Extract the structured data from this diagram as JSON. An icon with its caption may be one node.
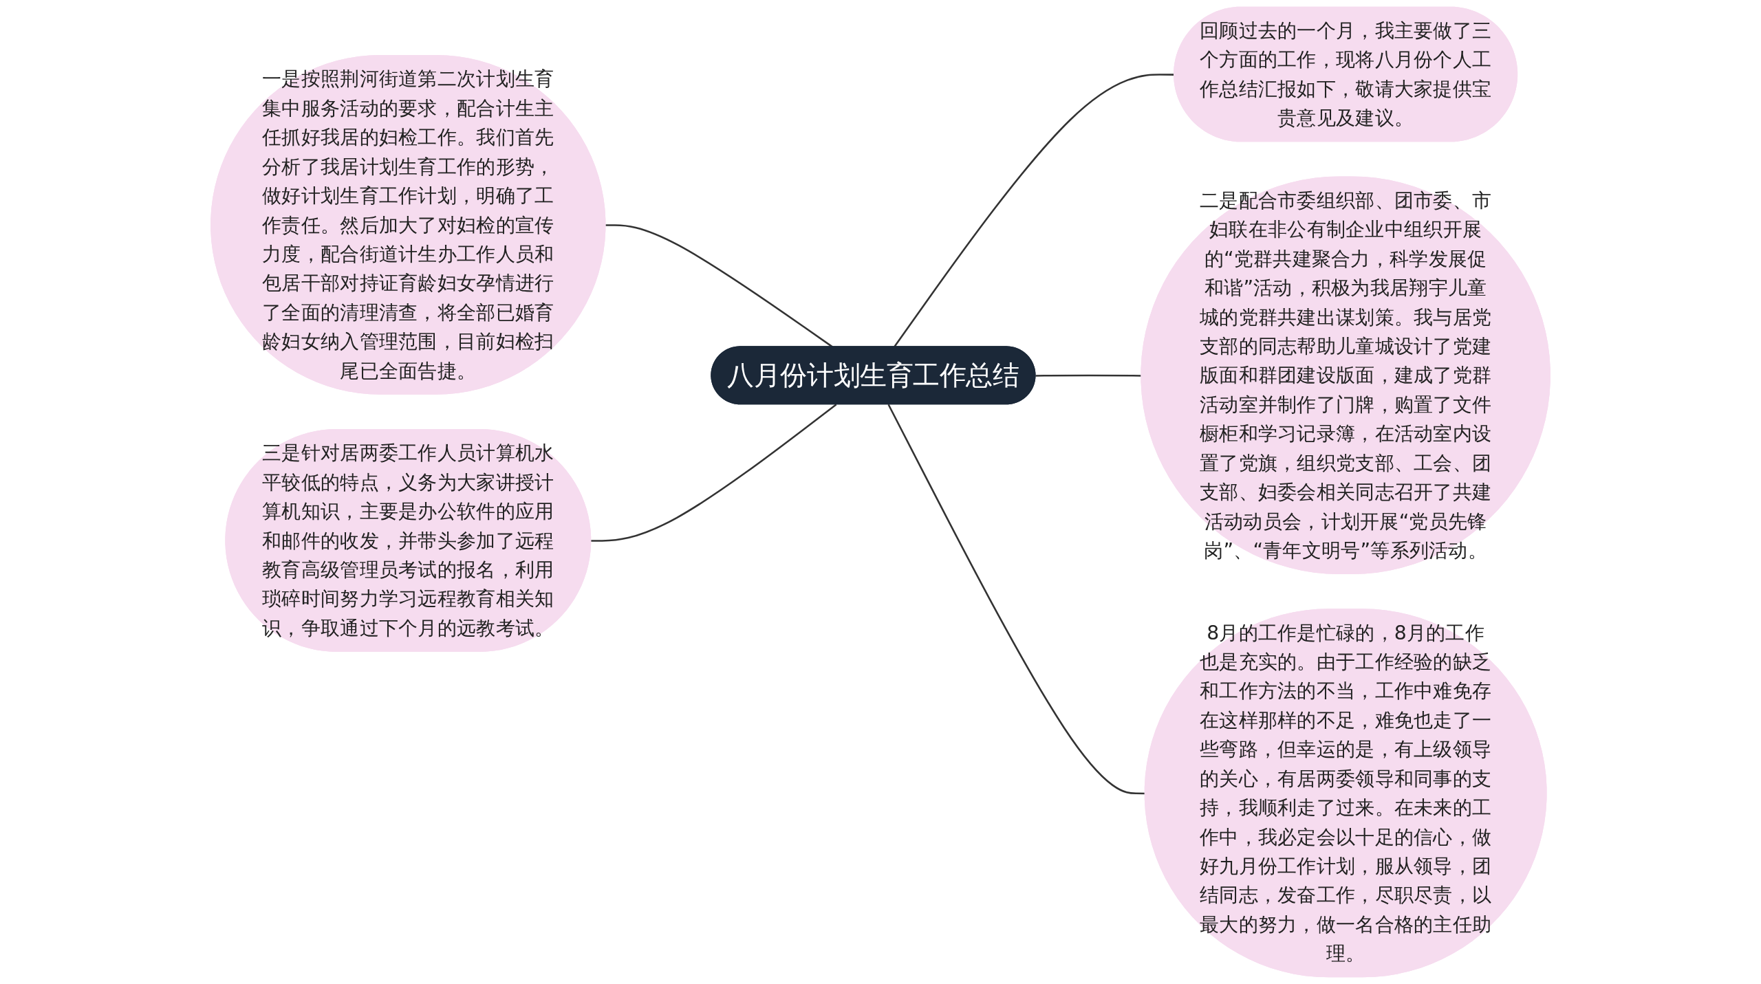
{
  "diagram": {
    "nodes": [
      {
        "text": [
          "八月份计划生育工作总结"
        ]
      },
      {
        "text": [
          "回顾过去的一个月，我主要做了三个方面的工作，现将八月份个人工作总结汇报如下，敬请大家提供宝贵意见及建议。"
        ]
      },
      {
        "text": [
          "二是配合市委组织部、团市委、市妇联在非公有制企业中组织开展的“党群共建聚合力，科学发展促和谐”活动，积极为我居翔宇儿童城的党群共建出谋划策。我与居党支部的同志帮助儿童城设计了党建版面和群团建设版面，建成了党群活动室并制作了门牌，购置了文件橱柜和学习记录簿，在活动室内设置了党旗，组织党支部、工会、团支部、妇委会相关同志召开了共建活动动员会，计划开展“党员先锋岗”、“青年文明号”等系列活动。"
        ]
      },
      {
        "text": [
          "8月的工作是忙碌的，8月的工作也是充实的。由于工作经验的缺乏和工作方法的不当，工作中难免存在这样那样的不足，难免也走了一些弯路，但幸运的是，有上级领导的关心，有居两委领导和同事的支持，我顺利走了过来。在未来的工作中，我必定会以十足的信心，做好九月份工作计划，服从领导，团结同志，发奋工作，尽职尽责，以最大的努力，做一名合格的主任助理。"
        ]
      },
      {
        "text": [
          "一是按照荆河街道第二次计划生育集中服务活动的要求，配合计生主任抓好我居的妇检工作。我们首先分析了我居计划生育工作的形势，做好计划生育工作计划，明确了工作责任。然后加大了对妇检的宣传力度，配合街道计生办工作人员和包居干部对持证育龄妇女孕情进行了全面的清理清查，将全部已婚育龄妇女纳入管理范围，目前妇检扫尾已全面告捷。"
        ]
      },
      {
        "text": [
          "三是针对居两委工作人员计算机水平较低的特点，义务为大家讲授计算机知识，主要是办公软件的应用和邮件的收发，并带头参加了远程教育高级管理员考试的报名，利用琐碎时间努力学习远程教育相关知识，争取通过下个月的远教考试。"
        ]
      }
    ],
    "edges": [
      {
        "from": 0,
        "to": 1,
        "arrow": "none"
      },
      {
        "from": 0,
        "to": 2,
        "arrow": "none"
      },
      {
        "from": 0,
        "to": 3,
        "arrow": "none"
      },
      {
        "from": 0,
        "to": 4,
        "arrow": "none"
      },
      {
        "from": 0,
        "to": 5,
        "arrow": "none"
      }
    ]
  }
}
